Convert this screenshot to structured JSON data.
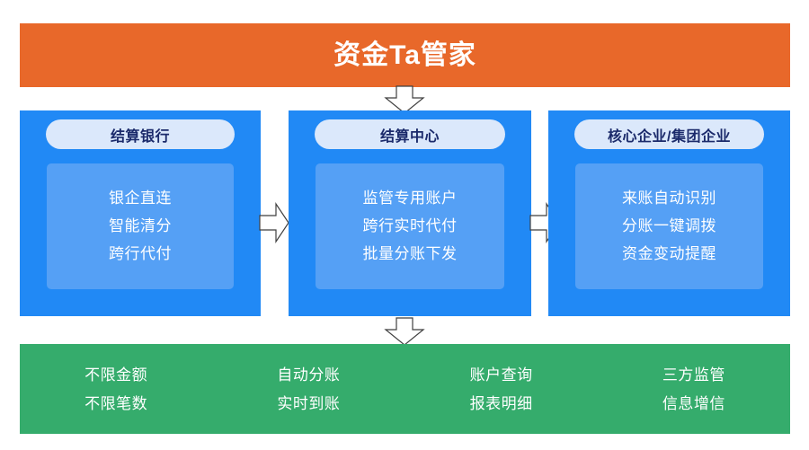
{
  "banner": {
    "title": "资金Ta管家",
    "background_color": "#e8682a",
    "text_color": "#ffffff"
  },
  "flow": {
    "arrow_top_down": "arrow-down-icon",
    "arrow_bottom_down": "arrow-down-icon",
    "arrow_between_1_2": "arrow-right-icon",
    "arrow_between_2_3": "arrow-right-icon"
  },
  "columns": [
    {
      "header": "结算银行",
      "items": [
        "银企直连",
        "智能清分",
        "跨行代付"
      ]
    },
    {
      "header": "结算中心",
      "items": [
        "监管专用账户",
        "跨行实时代付",
        "批量分账下发"
      ]
    },
    {
      "header": "核心企业/集团企业",
      "items": [
        "来账自动识别",
        "分账一键调拨",
        "资金变动提醒"
      ]
    }
  ],
  "footer": {
    "background_color": "#35ac6c",
    "columns": [
      {
        "top": "不限金额",
        "bottom": "不限笔数"
      },
      {
        "top": "自动分账",
        "bottom": "实时到账"
      },
      {
        "top": "账户查询",
        "bottom": "报表明细"
      },
      {
        "top": "三方监管",
        "bottom": "信息增信"
      }
    ]
  },
  "colors": {
    "orange": "#e8682a",
    "blue_outer": "#2189f5",
    "blue_inner": "#55a0f5",
    "pill": "#dbe8fb",
    "pill_text": "#1b2a6b",
    "green": "#35ac6c"
  }
}
